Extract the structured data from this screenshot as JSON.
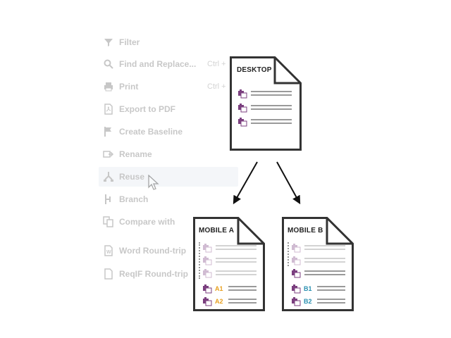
{
  "menu": {
    "items": [
      {
        "label": "Filter",
        "icon": "filter-icon",
        "shortcut": ""
      },
      {
        "label": "Find and Replace...",
        "icon": "search-icon",
        "shortcut": "Ctrl +"
      },
      {
        "label": "Print",
        "icon": "printer-icon",
        "shortcut": "Ctrl +"
      },
      {
        "label": "Export to PDF",
        "icon": "pdf-icon",
        "shortcut": ""
      },
      {
        "label": "Create Baseline",
        "icon": "flag-icon",
        "shortcut": ""
      },
      {
        "label": "Rename",
        "icon": "rename-icon",
        "shortcut": ""
      },
      {
        "label": "Reuse",
        "icon": "reuse-icon",
        "shortcut": ""
      },
      {
        "label": "Branch",
        "icon": "branch-icon",
        "shortcut": ""
      },
      {
        "label": "Compare with",
        "icon": "compare-icon",
        "shortcut": ""
      },
      {
        "label": "Word Round-trip",
        "icon": "word-icon",
        "shortcut": ""
      },
      {
        "label": "ReqIF Round-trip",
        "icon": "document-icon",
        "shortcut": ""
      }
    ],
    "highlighted": "Reuse"
  },
  "documents": {
    "desktop": {
      "title": "DESKTOP"
    },
    "mobile_a": {
      "title": "MOBILE A",
      "tags": [
        "A1",
        "A2"
      ]
    },
    "mobile_b": {
      "title": "MOBILE B",
      "tags": [
        "B1",
        "B2"
      ]
    }
  },
  "colors": {
    "brick": "#7b3f7f",
    "tag_a": "#e8a020",
    "tag_b": "#2a8fb0",
    "outline": "#333333"
  }
}
